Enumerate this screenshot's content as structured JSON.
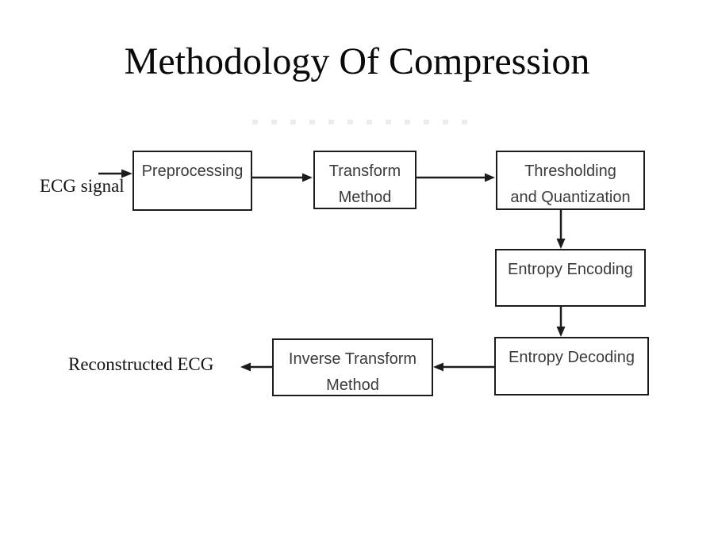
{
  "title": "Methodology Of Compression",
  "labels": {
    "input": "ECG signal",
    "output": "Reconstructed ECG"
  },
  "boxes": [
    {
      "name": "preprocessing",
      "lines": [
        "Preprocessing"
      ]
    },
    {
      "name": "transform-method",
      "lines": [
        "Transform",
        "Method"
      ]
    },
    {
      "name": "thresholding-quantization",
      "lines": [
        "Thresholding",
        "and Quantization"
      ]
    },
    {
      "name": "entropy-encoding",
      "lines": [
        "Entropy Encoding"
      ]
    },
    {
      "name": "entropy-decoding",
      "lines": [
        "Entropy Decoding"
      ]
    },
    {
      "name": "inverse-transform-method",
      "lines": [
        "Inverse Transform",
        "Method"
      ]
    }
  ],
  "flow": [
    "ECG signal -> Preprocessing",
    "Preprocessing -> Transform Method",
    "Transform Method -> Thresholding and Quantization",
    "Thresholding and Quantization -> Entropy Encoding",
    "Entropy Encoding -> Entropy Decoding",
    "Entropy Decoding -> Inverse Transform Method",
    "Inverse Transform Method -> Reconstructed ECG"
  ],
  "colors": {
    "background": "#ffffff",
    "box_border": "#1c1c1c",
    "box_text": "#3b3b3b",
    "arrow": "#1c1c1c",
    "title_text": "#0a0a0a"
  }
}
